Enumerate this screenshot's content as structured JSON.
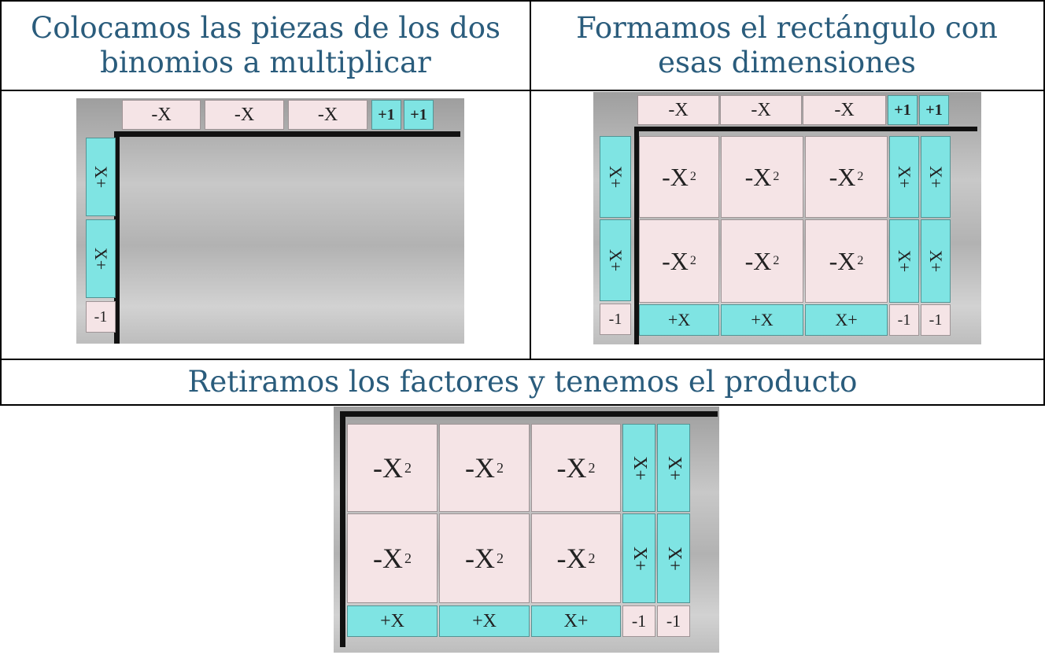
{
  "panels": {
    "p1_title": "Colocamos las piezas de los dos binomios a multiplicar",
    "p2_title": "Formamos el rectángulo con esas dimensiones",
    "p3_title": "Retiramos los factores y tenemos el producto"
  },
  "tiles": {
    "neg_x": "-X",
    "pos_one": "+1",
    "pos_x": "X+",
    "pos_x_b": "+X",
    "neg_one": "-1",
    "neg_x2_base": "-X",
    "exp": "2"
  },
  "colors": {
    "title": "#2a5c7c",
    "pink_tile": "#f5e4e6",
    "cyan_tile": "#7fe4e3"
  }
}
